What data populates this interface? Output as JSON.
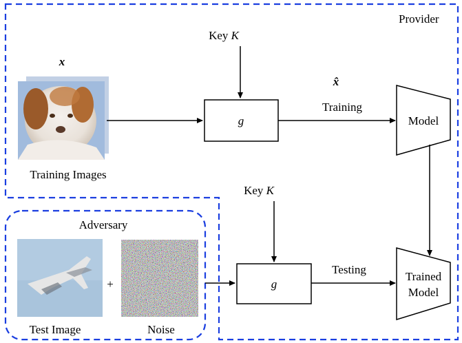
{
  "regions": {
    "provider": "Provider",
    "adversary": "Adversary"
  },
  "provider_flow": {
    "input_symbol": "x",
    "input_caption": "Training Images",
    "key_label": "Key",
    "key_symbol": "K",
    "transform_symbol": "g",
    "output_symbol": "x̂",
    "edge_label": "Training",
    "model_label": "Model"
  },
  "adversary_flow": {
    "image_caption": "Test Image",
    "plus_sign": "+",
    "noise_caption": "Noise",
    "key_label": "Key",
    "key_symbol": "K",
    "transform_symbol": "g",
    "edge_label": "Testing",
    "model_label_line1": "Trained",
    "model_label_line2": "Model"
  },
  "colors": {
    "region_border": "#1a3ee0"
  },
  "icons": {
    "training_image": "dog-photo",
    "test_image": "airplane-photo",
    "noise": "noise-pattern"
  }
}
